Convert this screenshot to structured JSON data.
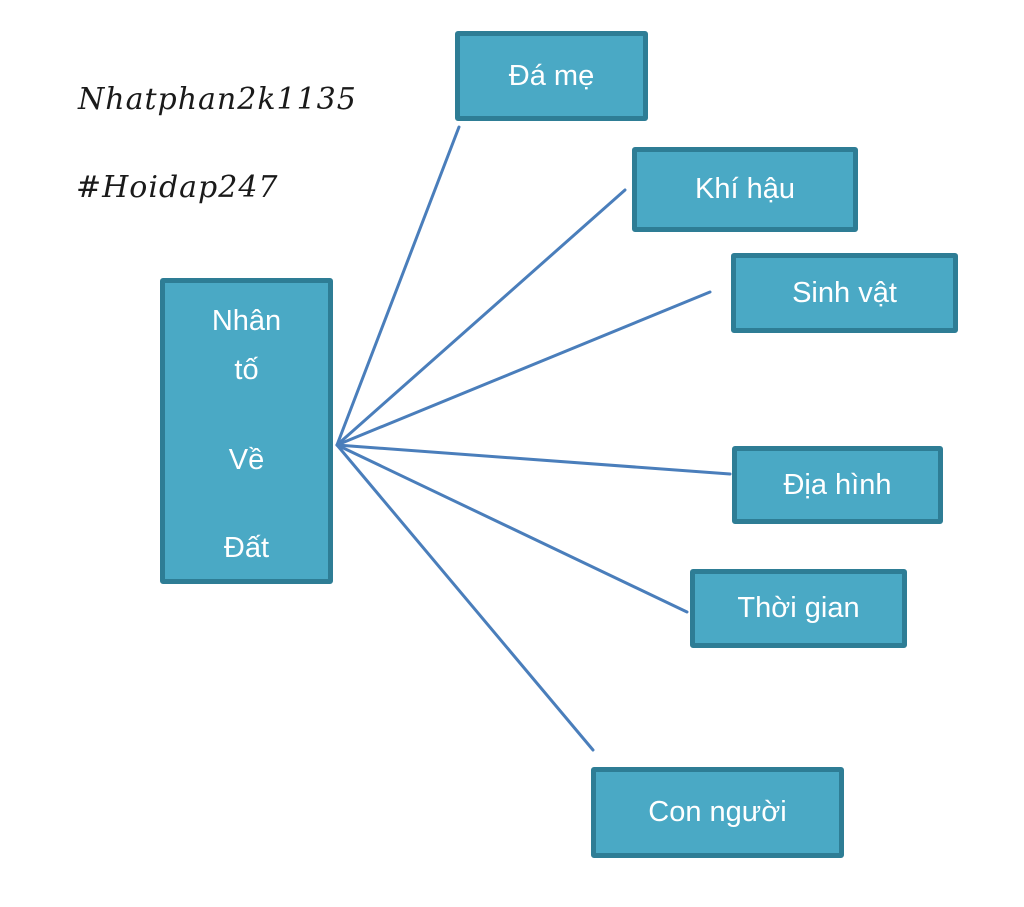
{
  "page": {
    "background": "#FFFFFF"
  },
  "watermark": {
    "line1": "Nhatphan2k1135",
    "line2": "#Hoidap247"
  },
  "diagram": {
    "type": "mind-map",
    "center_node": {
      "id": "nhan-to-ve-dat",
      "label": "Nhân tố Về Đất",
      "lines": [
        "Nhân",
        "tố",
        "Về",
        "Đất"
      ]
    },
    "factor_nodes": [
      {
        "id": "da-me",
        "label": "Đá mẹ"
      },
      {
        "id": "khi-hau",
        "label": "Khí hậu"
      },
      {
        "id": "sinh-vat",
        "label": "Sinh vật"
      },
      {
        "id": "dia-hinh",
        "label": "Địa hình"
      },
      {
        "id": "thoi-gian",
        "label": "Thời gian"
      },
      {
        "id": "con-nguoi",
        "label": "Con người"
      }
    ],
    "connectors": [
      {
        "from": "nhan-to-ve-dat",
        "to": "da-me"
      },
      {
        "from": "nhan-to-ve-dat",
        "to": "khi-hau"
      },
      {
        "from": "nhan-to-ve-dat",
        "to": "sinh-vat"
      },
      {
        "from": "nhan-to-ve-dat",
        "to": "dia-hinh"
      },
      {
        "from": "nhan-to-ve-dat",
        "to": "thoi-gian"
      },
      {
        "from": "nhan-to-ve-dat",
        "to": "con-nguoi"
      }
    ],
    "colors": {
      "node_fill": "#4AA9C5",
      "node_border": "#2E7D95",
      "connector": "#4A7EBB",
      "node_text": "#FFFFFF",
      "watermark_text": "#1A1A1A"
    }
  }
}
